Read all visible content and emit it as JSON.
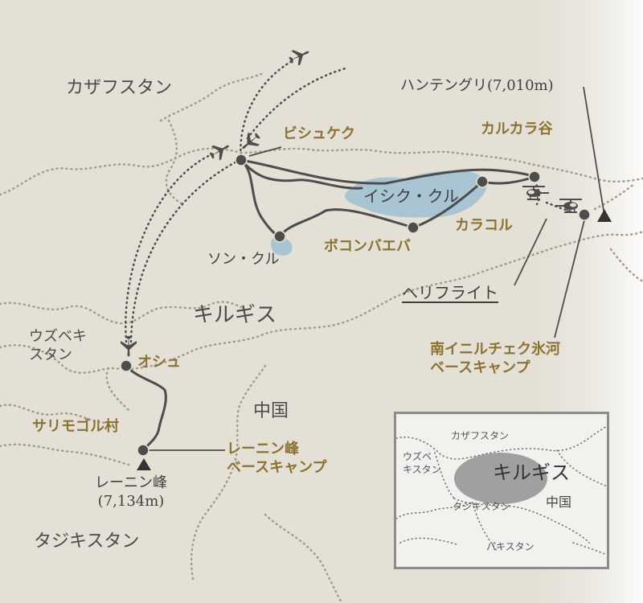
{
  "countries": {
    "kazakhstan": "カザフスタン",
    "kyrgyzstan": "キルギス",
    "uzbekistan": "ウズベキ\nスタン",
    "china": "中国",
    "tajikistan": "タジキスタン"
  },
  "places": {
    "bishkek": "ビシュケク",
    "karkara": "カルカラ谷",
    "issyk_kul": "イシク・クル",
    "karakol": "カラコル",
    "bokonbaeva": "ボコンバエバ",
    "son_kul": "ソン・クル",
    "osh": "オシュ",
    "sary_mogol": "サリモゴル村",
    "lenin_bc": "レーニン峰\nベースキャンプ",
    "inylchek_bc": "南イニルチェク氷河\nベースキャンプ",
    "heli_flight": "ヘリフライト"
  },
  "peaks": {
    "khan_tengri": "ハンテングリ(7,010m)",
    "lenin": "レーニン峰\n(7,134m)"
  },
  "inset": {
    "kazakhstan": "カザフスタン",
    "uzbekistan": "ウズベ\nキスタン",
    "kyrgyzstan": "キルギス",
    "tajikistan": "タジキスタン",
    "china": "中国",
    "pakistan": "パキスタン"
  },
  "icons": [
    "airplane-icon",
    "helicopter-icon",
    "mountain-peak-icon",
    "location-dot-icon"
  ],
  "colors": {
    "background": "#e4e0d6",
    "route": "#4d4d4d",
    "place_label": "#8a7232",
    "lake": "#a9c5d4",
    "border": "#a29c8c",
    "inset_highlight": "#a0a0a0"
  }
}
